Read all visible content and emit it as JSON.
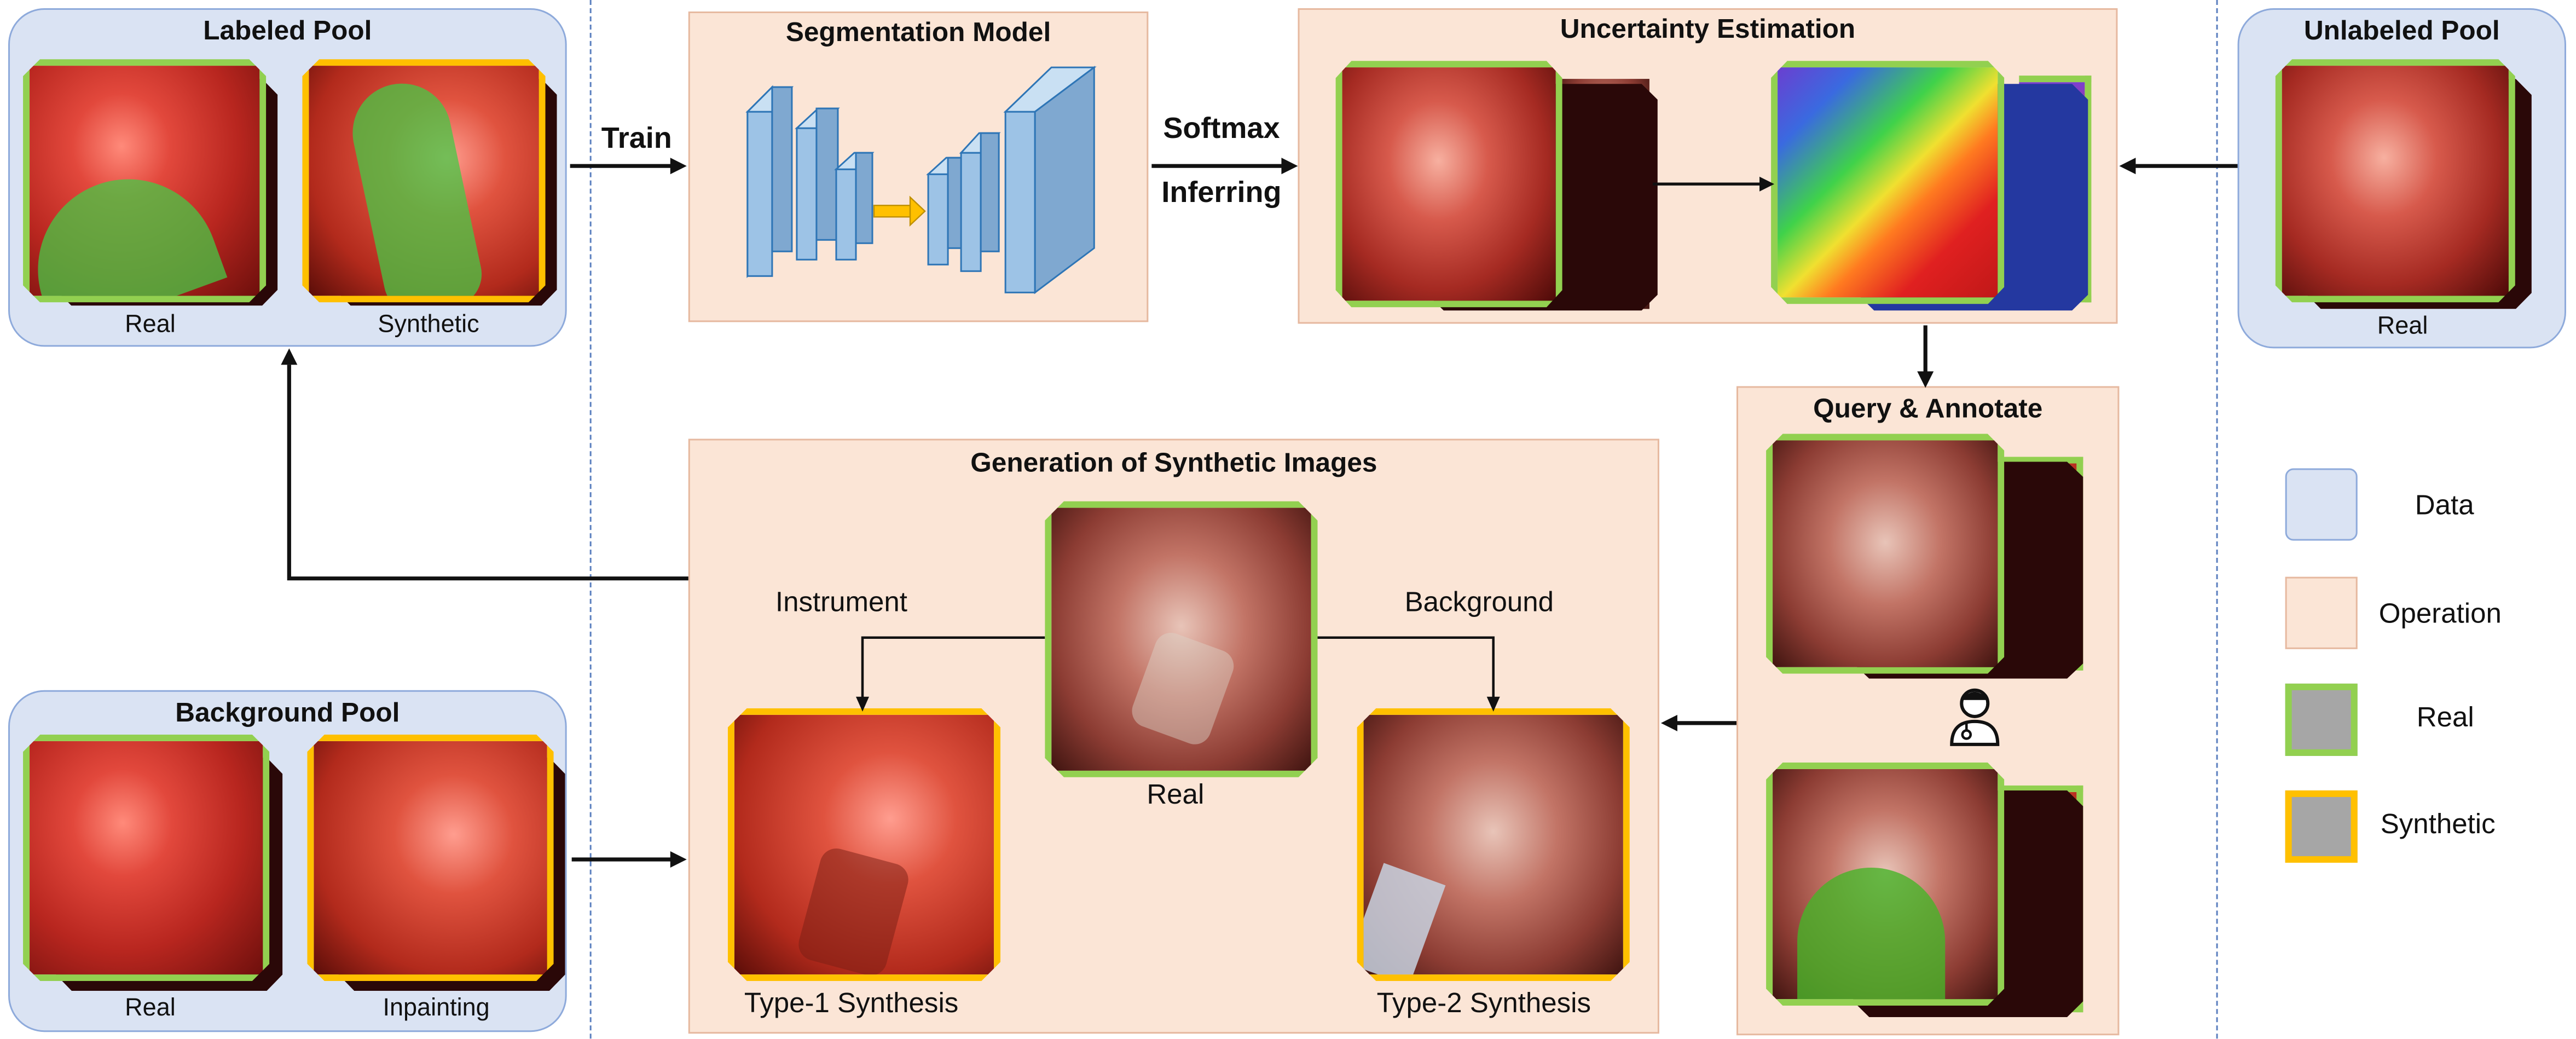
{
  "pools": {
    "labeled": {
      "title": "Labeled Pool",
      "left_label": "Real",
      "right_label": "Synthetic"
    },
    "background": {
      "title": "Background Pool",
      "left_label": "Real",
      "right_label": "Inpainting"
    },
    "unlabeled": {
      "title": "Unlabeled Pool",
      "label": "Real"
    }
  },
  "operations": {
    "segmentation": {
      "title": "Segmentation Model"
    },
    "uncertainty": {
      "title": "Uncertainty Estimation"
    },
    "query": {
      "title": "Query & Annotate"
    },
    "generation": {
      "title": "Generation of Synthetic Images",
      "center_label": "Real",
      "left_branch": "Instrument",
      "right_branch": "Background",
      "left_output": "Type-1 Synthesis",
      "right_output": "Type-2 Synthesis"
    }
  },
  "arrows": {
    "train": "Train",
    "softmax": "Softmax",
    "inferring": "Inferring"
  },
  "legend": {
    "items": [
      {
        "label": "Data",
        "color": "#dae3f3"
      },
      {
        "label": "Operation",
        "color": "#fbe5d6"
      },
      {
        "label": "Real",
        "color": "#92d050"
      },
      {
        "label": "Synthetic",
        "color": "#ffc000"
      }
    ]
  },
  "colors": {
    "data_fill": "#dae3f3",
    "operation_fill": "#fbe5d6",
    "real_border": "#92d050",
    "synthetic_border": "#ffc000",
    "divider": "#5b7fbf",
    "model_block": "#9dc3e6"
  }
}
